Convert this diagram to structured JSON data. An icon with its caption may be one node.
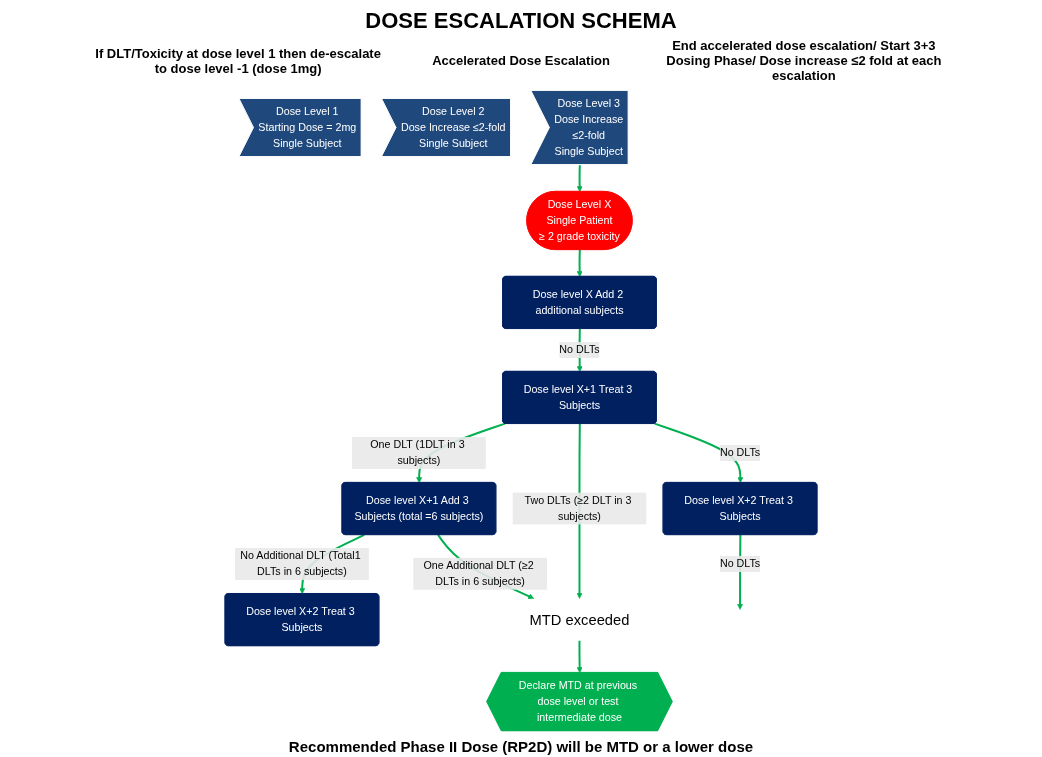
{
  "diagram": {
    "title": "DOSE ESCALATION SCHEMA",
    "nodes": [
      {
        "text": [
          "Dose Level 1",
          "Starting Dose = 2mg",
          "Single Subject"
        ]
      },
      {
        "text": [
          "Dose Level 2",
          "Dose Increase ≤2-fold",
          "Single Subject"
        ]
      },
      {
        "text": [
          "Dose Level 3",
          "Dose Increase",
          "≤2-fold",
          "Single Subject"
        ]
      },
      {
        "text": [
          "Dose Level X",
          "Single Patient",
          "≥ 2 grade toxicity"
        ]
      },
      {
        "text": [
          "Dose level X Add 2 additional subjects"
        ]
      },
      {
        "text": [
          "Dose level X+1 Treat 3 Subjects"
        ]
      },
      {
        "text": [
          "Dose level X+2 Treat 3 Subjects"
        ]
      },
      {
        "text": [
          "Dose level X+1 Add 3 Subjects (total =6 subjects)"
        ]
      },
      {
        "text": [
          "Dose level X+2 Treat 3 Subjects"
        ]
      },
      {
        "text": [
          "MTD exceeded"
        ]
      },
      {
        "text": [
          "Declare MTD at previous dose level or test intermediate dose"
        ]
      }
    ],
    "edges": [
      {
        "from": 2,
        "to": 3,
        "arrow": "to"
      },
      {
        "from": 3,
        "to": 4,
        "arrow": "to"
      },
      {
        "from": 4,
        "to": 5,
        "label": "No DLTs",
        "arrow": "to"
      },
      {
        "from": 5,
        "to": 6,
        "label": "No DLTs",
        "arrow": "to"
      },
      {
        "from": 6,
        "to": null,
        "label": "No DLTs",
        "arrow": "to"
      },
      {
        "from": 5,
        "to": 7,
        "label": "One DLT (1DLT in 3 subjects)",
        "arrow": "to"
      },
      {
        "from": 7,
        "to": 9,
        "label": "One Additional DLT (≥2 DLTs in 6 subjects)",
        "arrow": "to"
      },
      {
        "from": 7,
        "to": 8,
        "label": "No Additional DLT (Total1 DLTs in 6 subjects)",
        "arrow": "to"
      },
      {
        "from": 5,
        "to": 9,
        "label": "Two DLTs (≥2 DLT in 3 subjects)",
        "arrow": "to"
      },
      {
        "from": 9,
        "to": 10,
        "arrow": "to"
      }
    ],
    "labels": [
      "If DLT/Toxicity at dose level 1 then de-escalate to dose level -1 (dose 1mg)",
      "Accelerated Dose Escalation",
      "End accelerated dose escalation/ Start 3+3 Dosing Phase/ Dose increase ≤2 fold at each escalation",
      "Recommended Phase II Dose (RP2D) will be MTD or a lower dose"
    ]
  }
}
